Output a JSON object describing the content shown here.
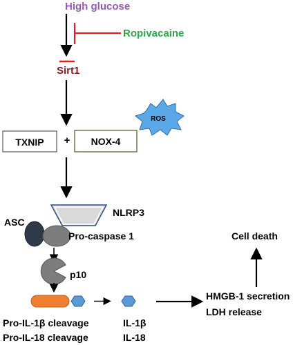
{
  "labels": {
    "high_glucose": "High glucose",
    "ropivacaine": "Ropivacaine",
    "sirt1": "Sirt1",
    "ros": "ROS",
    "txnip": "TXNIP",
    "plus": "+",
    "nox4": "NOX-4",
    "nlrp3": "NLRP3",
    "asc": "ASC",
    "pro_caspase": "Pro-caspase 1",
    "p10": "p10",
    "cell_death": "Cell death",
    "hmgb": "HMGB-1 secretion",
    "ldh": "LDH release",
    "pro_il1b": "Pro-IL-1β cleavage",
    "il1b": "IL-1β",
    "pro_il18": "Pro-IL-18 cleavage",
    "il18": "IL-18"
  },
  "colors": {
    "high_glucose": "#9b59b6",
    "ropivacaine": "#2aa84a",
    "sirt1": "#8b1a1a",
    "inhibit": "#e02020",
    "ros_fill": "#5ba8e8",
    "nox_border": "#4f6b2a",
    "nlrp3_border": "#2f4f8f",
    "nlrp3_fill": "#d9d9d9",
    "asc_fill": "#2e3a4a",
    "caspase_fill": "#7d7d7d",
    "pro_il_fill": "#f08030",
    "hexagon_fill": "#5b9bd5"
  }
}
